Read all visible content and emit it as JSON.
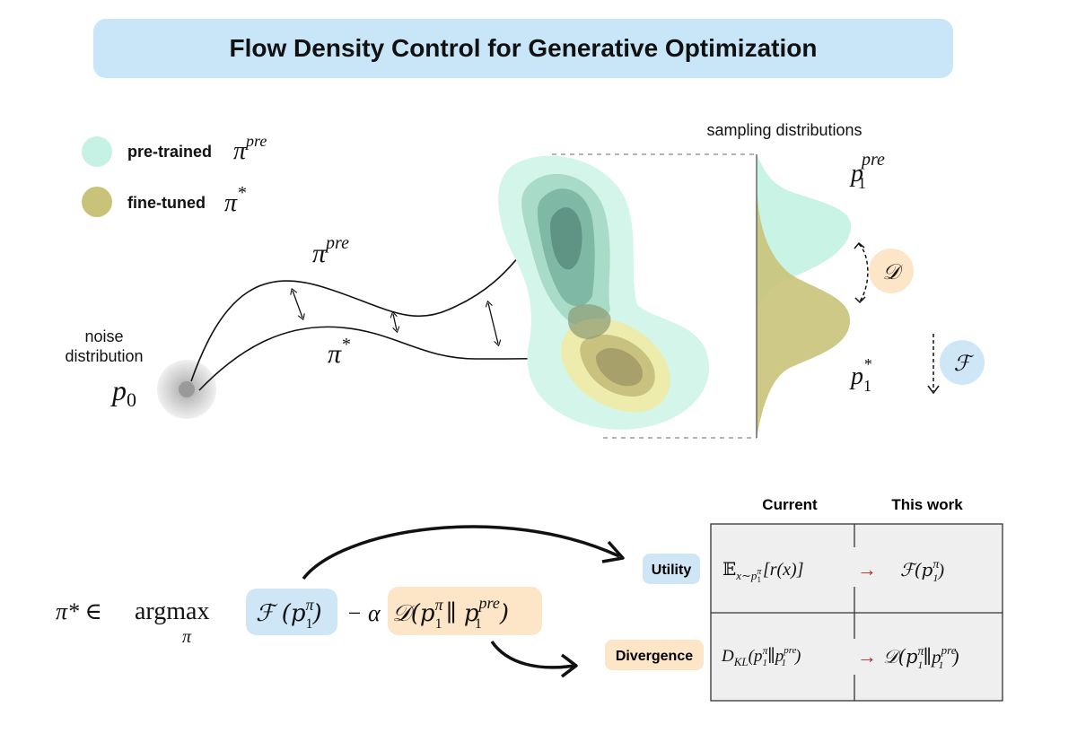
{
  "title": "Flow Density Control for Generative Optimization",
  "legend": {
    "pretrained": {
      "label": "pre-trained",
      "symbol": "π",
      "sup": "pre",
      "color": "#c5f2e4"
    },
    "finetuned": {
      "label": "fine-tuned",
      "symbol": "π",
      "sup": "*",
      "color": "#c9c37a"
    }
  },
  "noise": {
    "label_line1": "noise",
    "label_line2": "distribution",
    "symbol": "p",
    "sub": "0"
  },
  "paths": {
    "pre": {
      "symbol": "π",
      "sup": "pre"
    },
    "star": {
      "symbol": "π",
      "sup": "*"
    }
  },
  "sampling": {
    "title": "sampling distributions",
    "top": {
      "symbol": "p",
      "sub": "1",
      "sup": "pre"
    },
    "bottom": {
      "symbol": "p",
      "sub": "1",
      "sup": "*"
    },
    "divergence_symbol": "𝒟",
    "utility_symbol": "ℱ"
  },
  "equation": {
    "lhs": "π* ∈",
    "op": "argmax",
    "op_sub": "π",
    "utility_term": "ℱ (p",
    "minus_alpha": "− α",
    "divergence_term": "𝒟(p"
  },
  "table": {
    "col_current": "Current",
    "col_this_work": "This work",
    "row_utility": "Utility",
    "row_divergence": "Divergence",
    "utility_current": "𝔼",
    "utility_current_rest": "[r(x)]",
    "utility_new": "ℱ(p",
    "divergence_current": "D",
    "divergence_current_sub": "KL",
    "divergence_new": "𝒟(p"
  },
  "colors": {
    "title_bg": "#c9e6f8",
    "mint": "#c5f2e4",
    "teal_mid": "#9bd3c2",
    "teal_dark": "#5f9a88",
    "olive": "#c9c37a",
    "yellow": "#eeeab0",
    "peach": "#fde5c8",
    "blue_pill": "#cfe6f7",
    "arrow_red": "#b02a2a",
    "table_bg": "#efefef"
  }
}
